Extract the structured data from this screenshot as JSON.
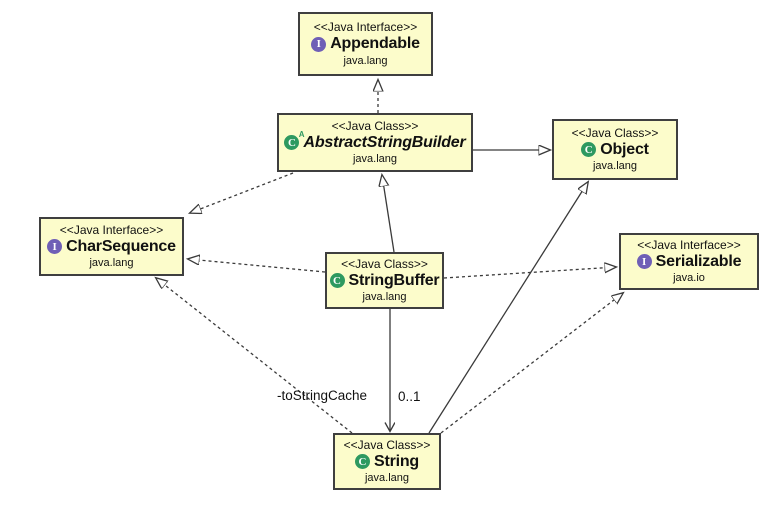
{
  "diagram": {
    "type": "uml-class-diagram",
    "nodes": [
      {
        "id": "appendable",
        "stereotype": "<<Java Interface>>",
        "name": "Appendable",
        "package": "java.lang",
        "kind": "interface"
      },
      {
        "id": "abstractstringbuilder",
        "stereotype": "<<Java Class>>",
        "name": "AbstractStringBuilder",
        "package": "java.lang",
        "kind": "abstract-class"
      },
      {
        "id": "object",
        "stereotype": "<<Java Class>>",
        "name": "Object",
        "package": "java.lang",
        "kind": "class"
      },
      {
        "id": "charsequence",
        "stereotype": "<<Java Interface>>",
        "name": "CharSequence",
        "package": "java.lang",
        "kind": "interface"
      },
      {
        "id": "stringbuffer",
        "stereotype": "<<Java Class>>",
        "name": "StringBuffer",
        "package": "java.lang",
        "kind": "class"
      },
      {
        "id": "serializable",
        "stereotype": "<<Java Interface>>",
        "name": "Serializable",
        "package": "java.io",
        "kind": "interface"
      },
      {
        "id": "string",
        "stereotype": "<<Java Class>>",
        "name": "String",
        "package": "java.lang",
        "kind": "class"
      }
    ],
    "edges": [
      {
        "from": "AbstractStringBuilder",
        "to": "Appendable",
        "type": "realization"
      },
      {
        "from": "AbstractStringBuilder",
        "to": "CharSequence",
        "type": "realization"
      },
      {
        "from": "AbstractStringBuilder",
        "to": "Object",
        "type": "generalization"
      },
      {
        "from": "StringBuffer",
        "to": "AbstractStringBuilder",
        "type": "generalization"
      },
      {
        "from": "StringBuffer",
        "to": "CharSequence",
        "type": "realization"
      },
      {
        "from": "StringBuffer",
        "to": "Serializable",
        "type": "realization"
      },
      {
        "from": "StringBuffer",
        "to": "String",
        "type": "association",
        "label": "-toStringCache",
        "multiplicity": "0..1"
      },
      {
        "from": "String",
        "to": "Object",
        "type": "generalization"
      },
      {
        "from": "String",
        "to": "CharSequence",
        "type": "realization"
      },
      {
        "from": "String",
        "to": "Serializable",
        "type": "realization"
      }
    ],
    "association_label": "-toStringCache",
    "association_multiplicity": "0..1",
    "icons": {
      "interface_glyph": "I",
      "class_glyph": "C",
      "abstract_glyph": "A"
    },
    "colors": {
      "node_fill": "#fcfccb",
      "node_border": "#3f3f3f",
      "interface_icon": "#6f5fb6",
      "class_icon": "#2e9960",
      "line": "#3a3a3a"
    }
  }
}
